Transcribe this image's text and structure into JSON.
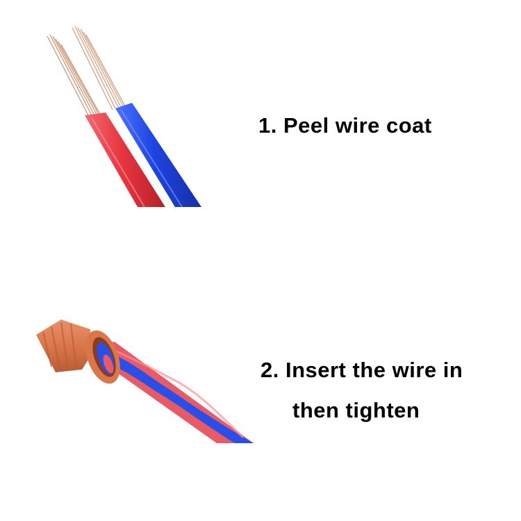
{
  "steps": [
    {
      "text": "1. Peel wire coat"
    },
    {
      "line1": "2. Insert the wire in",
      "line2": "then tighten"
    }
  ],
  "colors": {
    "red_wire": "#e8363f",
    "blue_wire": "#1f43e0",
    "copper": "#c98e6e",
    "connector_cap": "#d9774a",
    "background": "#ffffff",
    "text": "#000000"
  },
  "icons": [
    "stripped-wire-icon",
    "wire-connector-icon"
  ]
}
